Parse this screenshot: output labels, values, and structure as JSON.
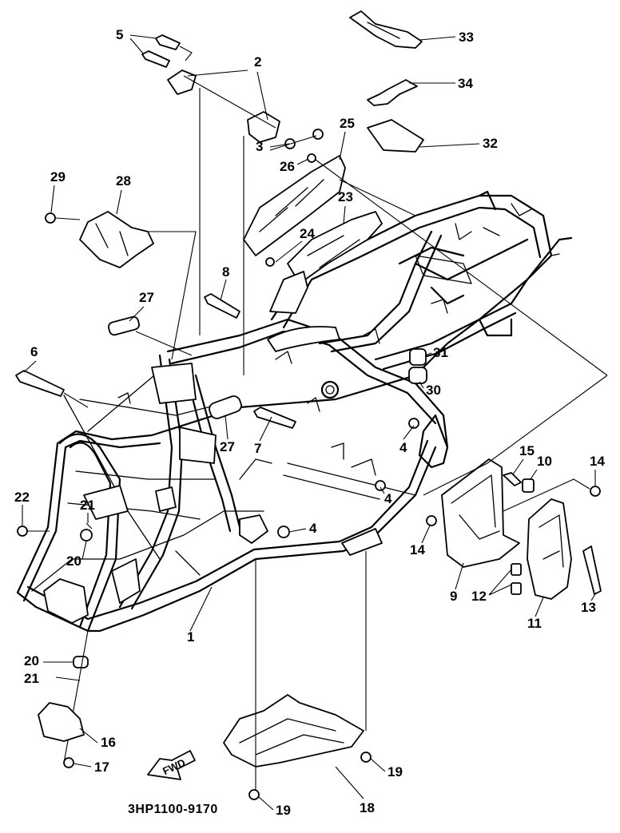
{
  "drawing_code": "3HP1100-9170",
  "fwd_label": "FWD",
  "callouts": [
    "1",
    "2",
    "3",
    "4",
    "4",
    "4",
    "5",
    "6",
    "7",
    "8",
    "9",
    "10",
    "11",
    "12",
    "13",
    "14",
    "14",
    "15",
    "16",
    "17",
    "18",
    "19",
    "19",
    "20",
    "20",
    "21",
    "21",
    "22",
    "23",
    "24",
    "25",
    "26",
    "27",
    "27",
    "28",
    "29",
    "30",
    "31",
    "32",
    "33",
    "34"
  ]
}
